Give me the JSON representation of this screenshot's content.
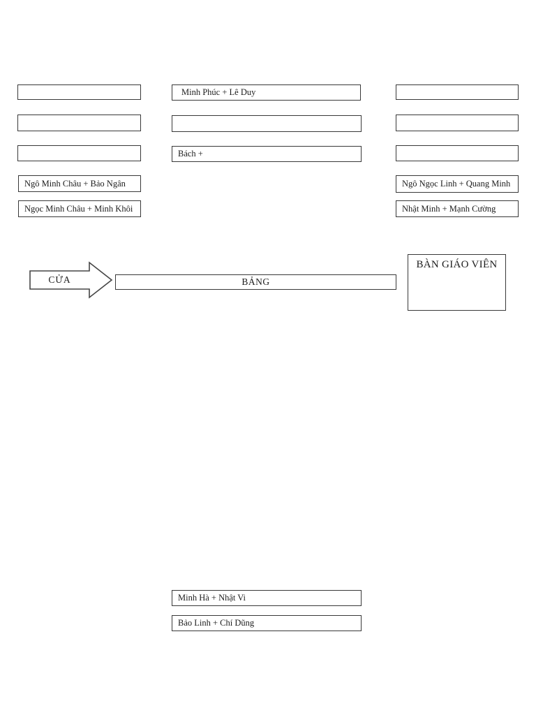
{
  "colors": {
    "background": "#ffffff",
    "border": "#383838",
    "text": "#1c1c1c"
  },
  "labels": {
    "door": "CỬA",
    "board": "BẢNG",
    "teacher_desk": "BÀN GIÁO VIÊN"
  },
  "desks": {
    "left": [
      "",
      "",
      "",
      "Ngô Minh Châu + Bảo Ngân",
      "Ngọc Minh Châu + Minh Khôi"
    ],
    "middle": [
      "Minh Phúc + Lê Duy",
      "",
      "Bách +"
    ],
    "right": [
      "",
      "",
      "",
      "Ngô Ngọc Linh + Quang Minh",
      "Nhật Minh + Mạnh Cường"
    ],
    "bottom": [
      "Minh Hà + Nhật Vi",
      "Bảo Linh + Chí Dũng"
    ]
  }
}
